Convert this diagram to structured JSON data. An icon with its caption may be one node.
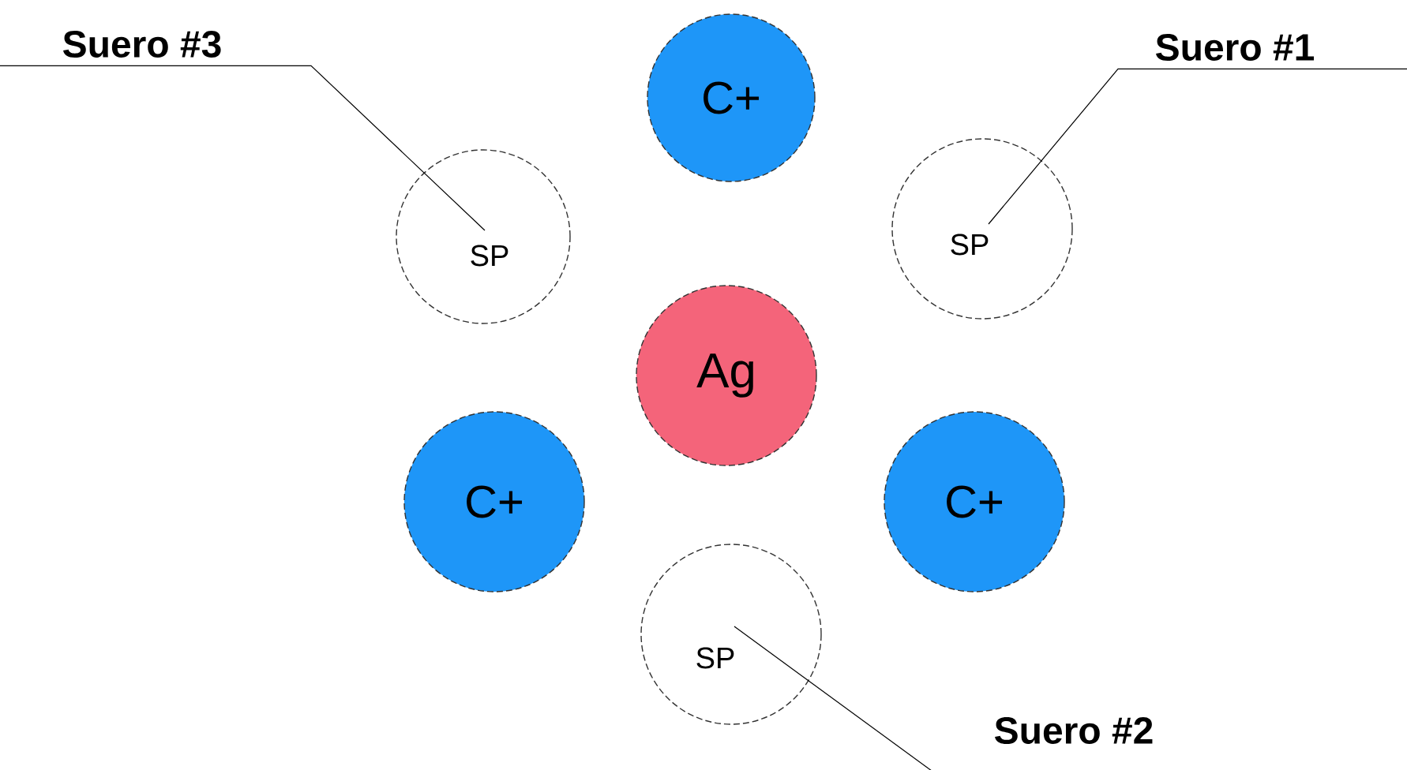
{
  "diagram": {
    "nodes": [
      {
        "text": [
          "Suero  #3"
        ]
      },
      {
        "text": [
          "C+"
        ]
      },
      {
        "text": [
          "Suero #1"
        ]
      },
      {
        "text": [
          "SP"
        ]
      },
      {
        "text": [
          "SP"
        ]
      },
      {
        "text": [
          "Ag"
        ]
      },
      {
        "text": [
          "C+"
        ]
      },
      {
        "text": [
          "C+"
        ]
      },
      {
        "text": [
          "SP"
        ]
      },
      {
        "text": [
          "Suero #2"
        ]
      }
    ],
    "edges": [
      {
        "from": 0,
        "to": 3,
        "arrow": "none"
      },
      {
        "from": 2,
        "to": 4,
        "arrow": "none"
      },
      {
        "from": 9,
        "to": 8,
        "arrow": "none"
      }
    ]
  }
}
